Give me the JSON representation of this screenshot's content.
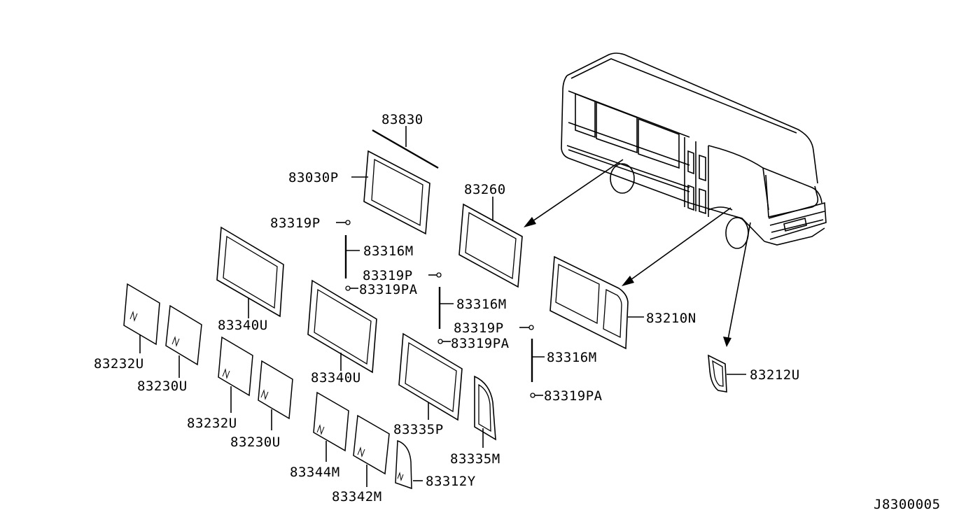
{
  "diagram_id": "J8300005",
  "parts": {
    "p83830": "83830",
    "p83030P": "83030P",
    "p83260": "83260",
    "p83319P_a": "83319P",
    "p83316M_a": "83316M",
    "p83319P_b": "83319P",
    "p83319PA_a": "83319PA",
    "p83316M_b": "83316M",
    "p83340U_a": "83340U",
    "p83319P_c": "83319P",
    "p83319PA_b": "83319PA",
    "p83210N": "83210N",
    "p83316M_c": "83316M",
    "p83340U_b": "83340U",
    "p83232U_a": "83232U",
    "p83230U_a": "83230U",
    "p83212U": "83212U",
    "p83319PA_c": "83319PA",
    "p83232U_b": "83232U",
    "p83335P": "83335P",
    "p83230U_b": "83230U",
    "p83335M": "83335M",
    "p83344M": "83344M",
    "p83312Y": "83312Y",
    "p83342M": "83342M"
  }
}
